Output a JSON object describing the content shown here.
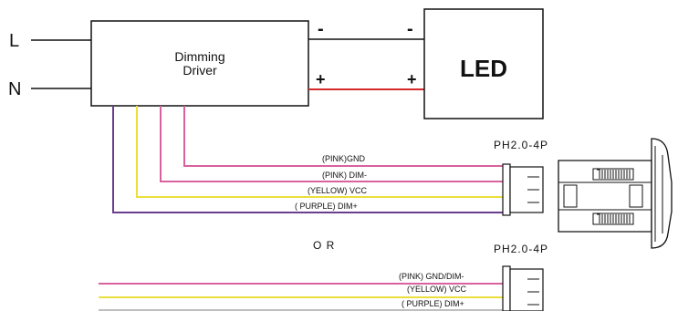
{
  "power": {
    "live_label": "L",
    "neutral_label": "N"
  },
  "driver": {
    "line1": "Dimming",
    "line2": "Driver"
  },
  "led": {
    "label": "LED"
  },
  "polarity": {
    "minus": "-",
    "plus": "+"
  },
  "connector_top": {
    "model": "PH2.0-4P",
    "wires": [
      {
        "label": "(PINK)GND",
        "color": "#d8619f"
      },
      {
        "label": "(PINK) DIM-",
        "color": "#d8619f"
      },
      {
        "label": "(YELLOW) VCC",
        "color": "#eadf3c"
      },
      {
        "label": "( PURPLE) DIM+",
        "color": "#6a3d8f"
      }
    ]
  },
  "separator": {
    "text": "O R"
  },
  "connector_bottom": {
    "model": "PH2.0-4P",
    "wires": [
      {
        "label": "(PINK) GND/DIM-",
        "color": "#d8619f"
      },
      {
        "label": "(YELLOW) VCC",
        "color": "#eadf3c"
      },
      {
        "label": "( PURPLE) DIM+",
        "color": "#bfbfbf"
      }
    ]
  },
  "colors": {
    "positive_wire": "#d42a2a",
    "negative_wire": "#111111"
  }
}
